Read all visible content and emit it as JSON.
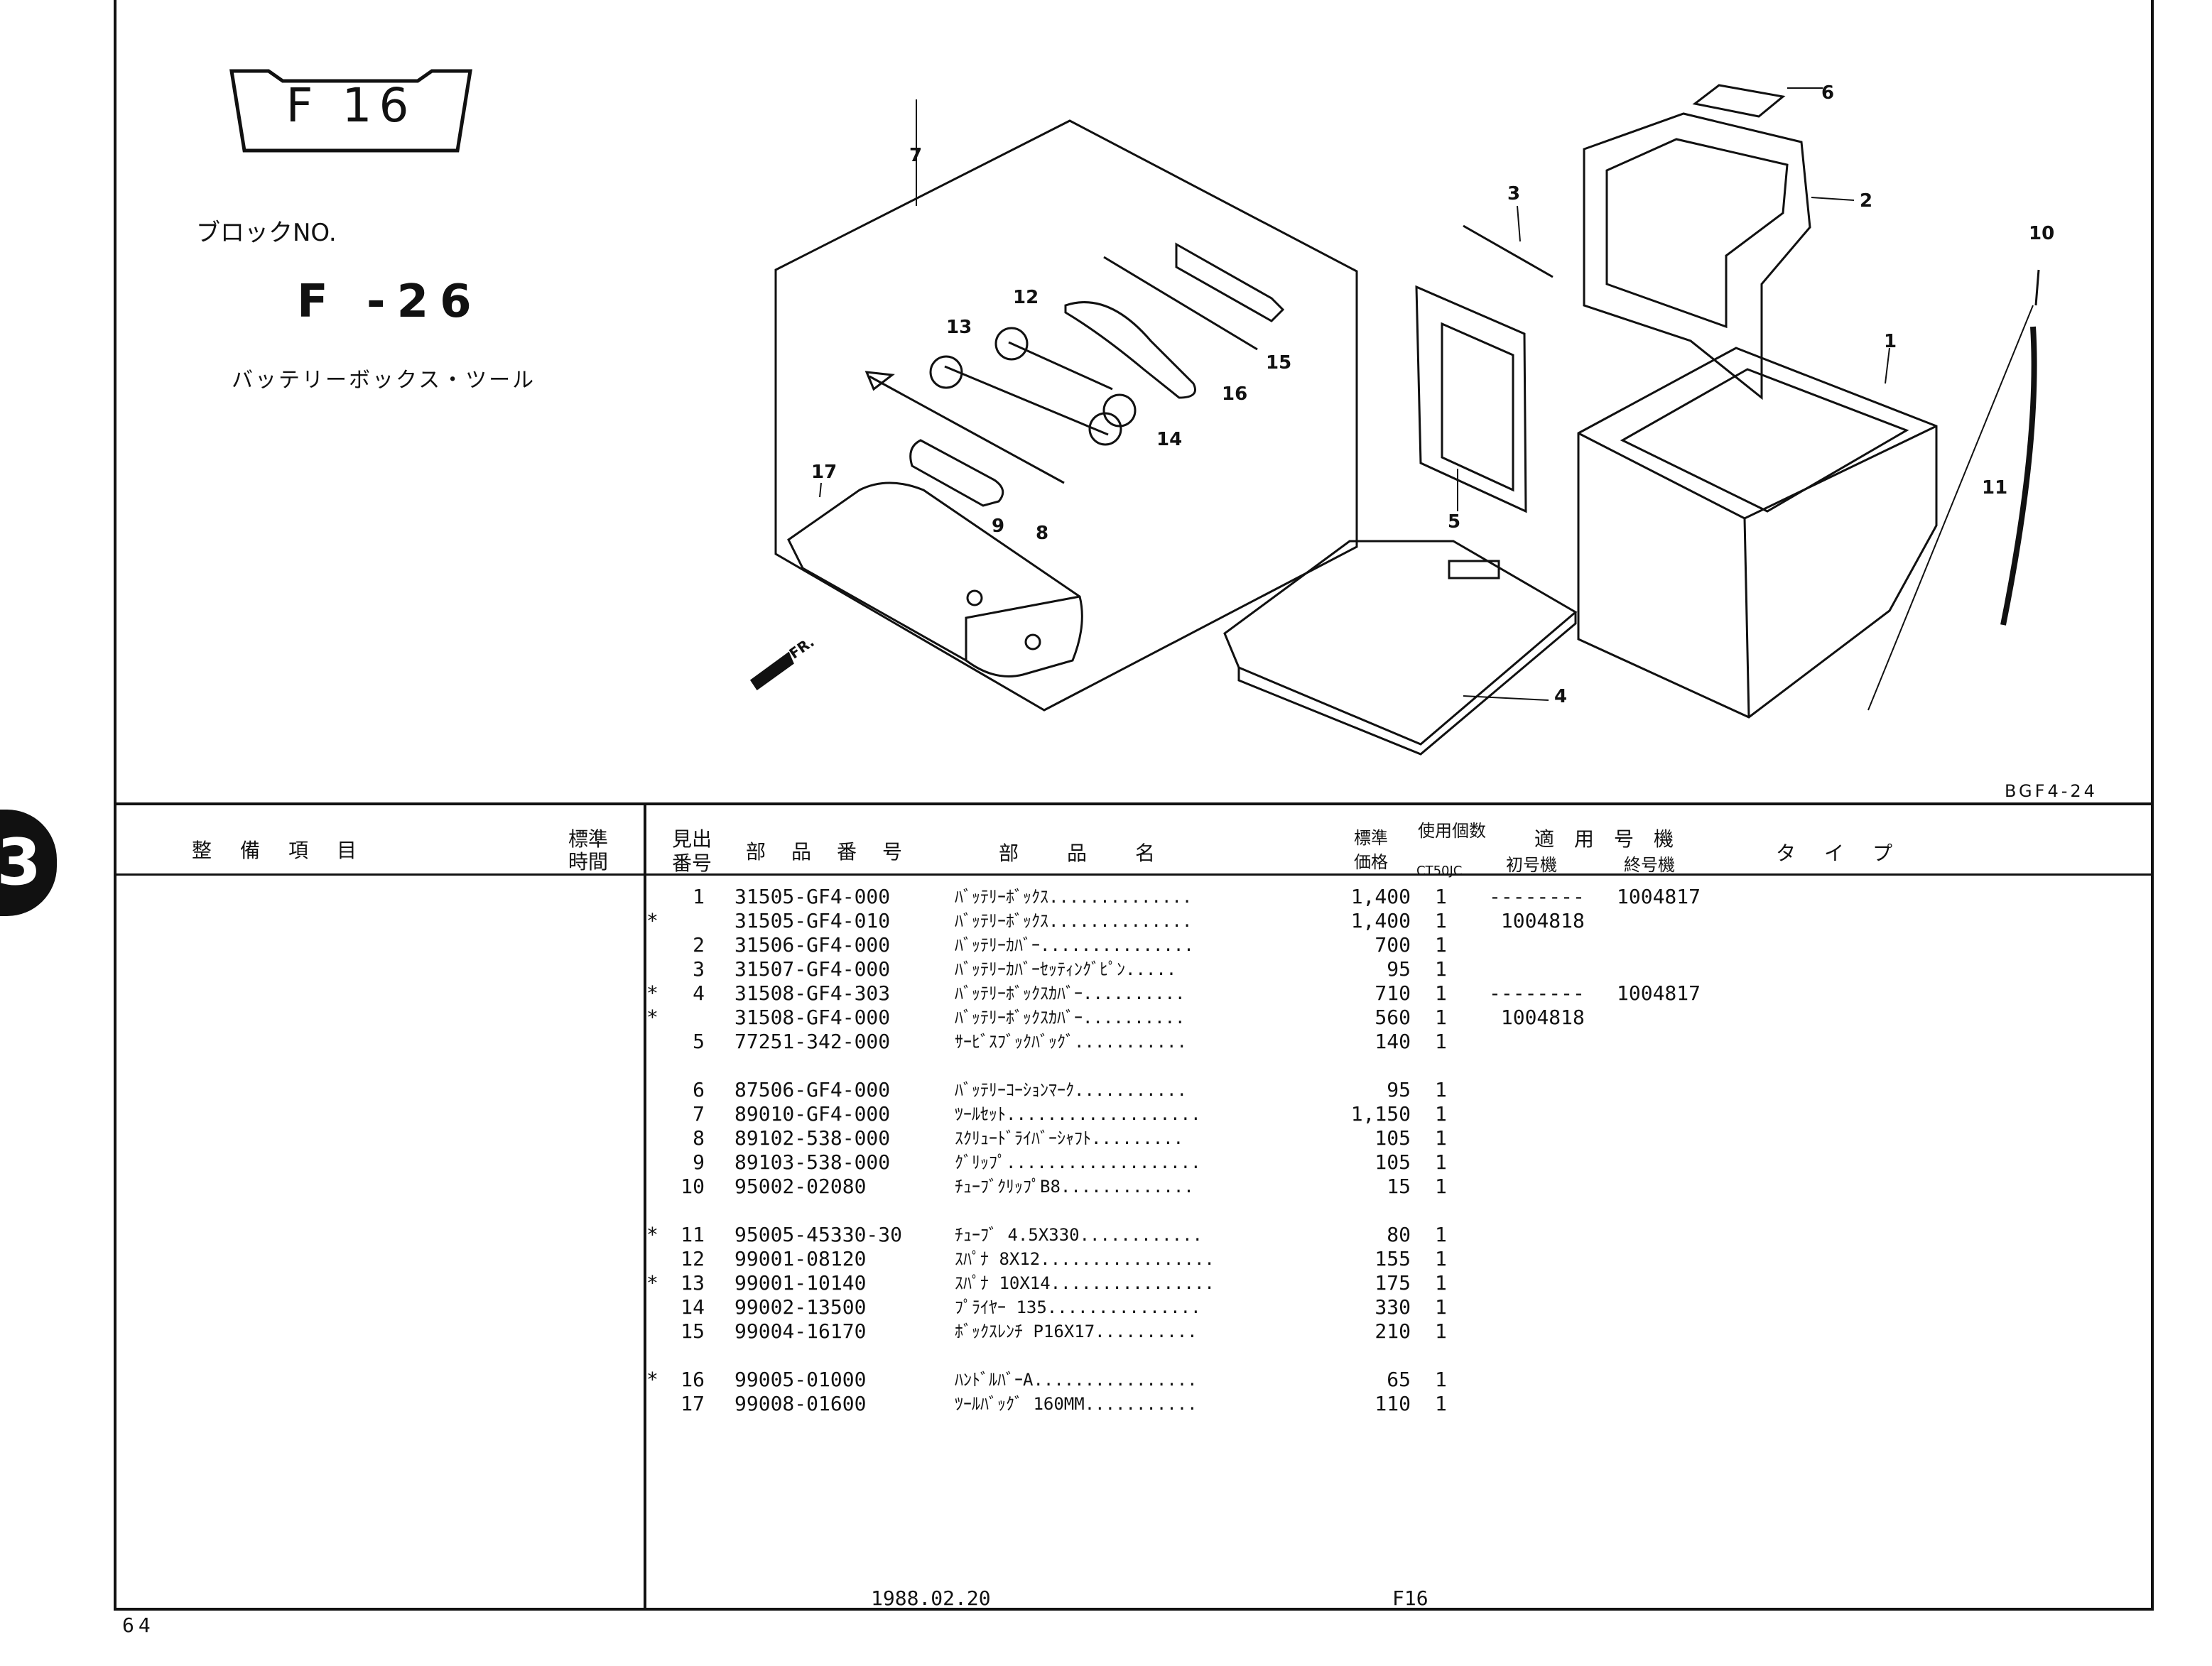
{
  "title_plate": "F 16",
  "block": {
    "label": "ブロックNO.",
    "number": "F -26",
    "name": "バッテリーボックス・ツール"
  },
  "figure_code": "BGF4-24",
  "direction_label": "FR.",
  "callouts": [
    "1",
    "2",
    "3",
    "4",
    "5",
    "6",
    "7",
    "8",
    "9",
    "10",
    "11",
    "12",
    "13",
    "14",
    "15",
    "16",
    "17"
  ],
  "chapter_tab": "3",
  "headers": {
    "service_item": "整　備　項　目",
    "std_time": [
      "標準",
      "時間"
    ],
    "ref_no": [
      "見出",
      "番号"
    ],
    "part_no": "部　品　番　号",
    "part_name": "部　　品　　名",
    "std_price": [
      "標準",
      "価格"
    ],
    "qty": "使用個数",
    "model": "CT50JC",
    "applicable": "適　用　号　機",
    "first_no": "初号機",
    "last_no": "終号機",
    "type": "タ　イ　プ"
  },
  "parts": [
    {
      "mark": "",
      "ref": "1",
      "pn": "31505-GF4-000",
      "name": "ﾊﾞｯﾃﾘｰﾎﾞｯｸｽ..............",
      "price": "1,400",
      "qty": "1",
      "from": "--------",
      "to": "1004817"
    },
    {
      "mark": "*",
      "ref": "",
      "pn": "31505-GF4-010",
      "name": "ﾊﾞｯﾃﾘｰﾎﾞｯｸｽ..............",
      "price": "1,400",
      "qty": "1",
      "from": " 1004818",
      "to": ""
    },
    {
      "mark": "",
      "ref": "2",
      "pn": "31506-GF4-000",
      "name": "ﾊﾞｯﾃﾘｰｶﾊﾞｰ...............",
      "price": "700",
      "qty": "1",
      "from": "",
      "to": ""
    },
    {
      "mark": "",
      "ref": "3",
      "pn": "31507-GF4-000",
      "name": "ﾊﾞｯﾃﾘｰｶﾊﾞｰｾｯﾃｨﾝｸﾞﾋﾟﾝ.....",
      "price": "95",
      "qty": "1",
      "from": "",
      "to": ""
    },
    {
      "mark": "*",
      "ref": "4",
      "pn": "31508-GF4-303",
      "name": "ﾊﾞｯﾃﾘｰﾎﾞｯｸｽｶﾊﾞｰ..........",
      "price": "710",
      "qty": "1",
      "from": "--------",
      "to": "1004817"
    },
    {
      "mark": "*",
      "ref": "",
      "pn": "31508-GF4-000",
      "name": "ﾊﾞｯﾃﾘｰﾎﾞｯｸｽｶﾊﾞｰ..........",
      "price": "560",
      "qty": "1",
      "from": " 1004818",
      "to": ""
    },
    {
      "mark": "",
      "ref": "5",
      "pn": "77251-342-000",
      "name": "ｻｰﾋﾞｽﾌﾞｯｸﾊﾞｯｸﾞ...........",
      "price": "140",
      "qty": "1",
      "from": "",
      "to": ""
    },
    {
      "mark": "",
      "ref": "6",
      "pn": "87506-GF4-000",
      "name": "ﾊﾞｯﾃﾘｰｺｰｼｮﾝﾏｰｸ...........",
      "price": "95",
      "qty": "1",
      "from": "",
      "to": ""
    },
    {
      "mark": "",
      "ref": "7",
      "pn": "89010-GF4-000",
      "name": "ﾂｰﾙｾｯﾄ...................",
      "price": "1,150",
      "qty": "1",
      "from": "",
      "to": ""
    },
    {
      "mark": "",
      "ref": "8",
      "pn": "89102-538-000",
      "name": "ｽｸﾘｭｰﾄﾞﾗｲﾊﾞｰｼｬﾌﾄ.........",
      "price": "105",
      "qty": "1",
      "from": "",
      "to": ""
    },
    {
      "mark": "",
      "ref": "9",
      "pn": "89103-538-000",
      "name": "ｸﾞﾘｯﾌﾟ...................",
      "price": "105",
      "qty": "1",
      "from": "",
      "to": ""
    },
    {
      "mark": "",
      "ref": "10",
      "pn": "95002-02080",
      "name": "ﾁｭｰﾌﾞｸﾘｯﾌﾟB8.............",
      "price": "15",
      "qty": "1",
      "from": "",
      "to": ""
    },
    {
      "mark": "*",
      "ref": "11",
      "pn": "95005-45330-30",
      "name": "ﾁｭｰﾌﾞ 4.5X330............",
      "price": "80",
      "qty": "1",
      "from": "",
      "to": ""
    },
    {
      "mark": "",
      "ref": "12",
      "pn": "99001-08120",
      "name": "ｽﾊﾟﾅ 8X12.................",
      "price": "155",
      "qty": "1",
      "from": "",
      "to": ""
    },
    {
      "mark": "*",
      "ref": "13",
      "pn": "99001-10140",
      "name": "ｽﾊﾟﾅ 10X14................",
      "price": "175",
      "qty": "1",
      "from": "",
      "to": ""
    },
    {
      "mark": "",
      "ref": "14",
      "pn": "99002-13500",
      "name": "ﾌﾟﾗｲﾔｰ 135...............",
      "price": "330",
      "qty": "1",
      "from": "",
      "to": ""
    },
    {
      "mark": "",
      "ref": "15",
      "pn": "99004-16170",
      "name": "ﾎﾞｯｸｽﾚﾝﾁ P16X17..........",
      "price": "210",
      "qty": "1",
      "from": "",
      "to": ""
    },
    {
      "mark": "*",
      "ref": "16",
      "pn": "99005-01000",
      "name": "ﾊﾝﾄﾞﾙﾊﾞｰA................",
      "price": "65",
      "qty": "1",
      "from": "",
      "to": ""
    },
    {
      "mark": "",
      "ref": "17",
      "pn": "99008-01600",
      "name": "ﾂｰﾙﾊﾞｯｸﾞ 160MM...........",
      "price": "110",
      "qty": "1",
      "from": "",
      "to": ""
    }
  ],
  "footer": {
    "date": "1988.02.20",
    "code": "F16",
    "page": "64"
  }
}
